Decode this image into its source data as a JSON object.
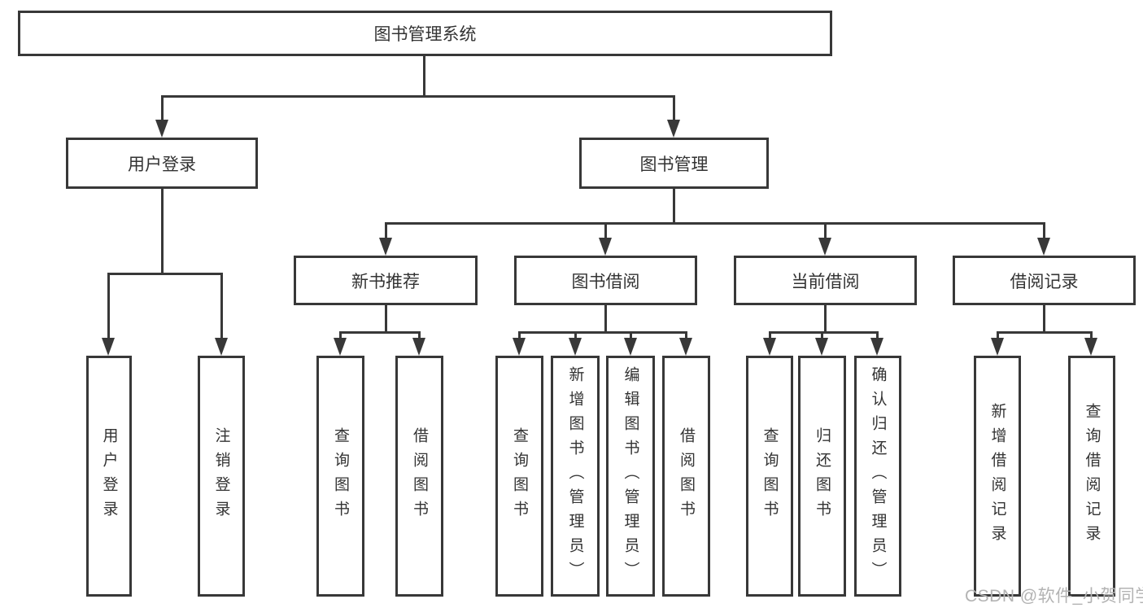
{
  "tree": {
    "root": {
      "label": "图书管理系统",
      "children": [
        {
          "label": "用户登录",
          "children": [
            {
              "label": "用户登录"
            },
            {
              "label": "注销登录"
            }
          ]
        },
        {
          "label": "图书管理",
          "children": [
            {
              "label": "新书推荐",
              "children": [
                {
                  "label": "查询图书"
                },
                {
                  "label": "借阅图书"
                }
              ]
            },
            {
              "label": "图书借阅",
              "children": [
                {
                  "label": "查询图书"
                },
                {
                  "label": "新增图书（管理员）"
                },
                {
                  "label": "编辑图书（管理员）"
                },
                {
                  "label": "借阅图书"
                }
              ]
            },
            {
              "label": "当前借阅",
              "children": [
                {
                  "label": "查询图书"
                },
                {
                  "label": "归还图书"
                },
                {
                  "label": "确认归还（管理员）"
                }
              ]
            },
            {
              "label": "借阅记录",
              "children": [
                {
                  "label": "新增借阅记录"
                },
                {
                  "label": "查询借阅记录"
                }
              ]
            }
          ]
        }
      ]
    }
  },
  "watermark": {
    "text": "CSDN @软件_小贺同学"
  },
  "colors": {
    "line": "#383838",
    "node_text": "#333333",
    "watermark": "#b3b3b3"
  }
}
